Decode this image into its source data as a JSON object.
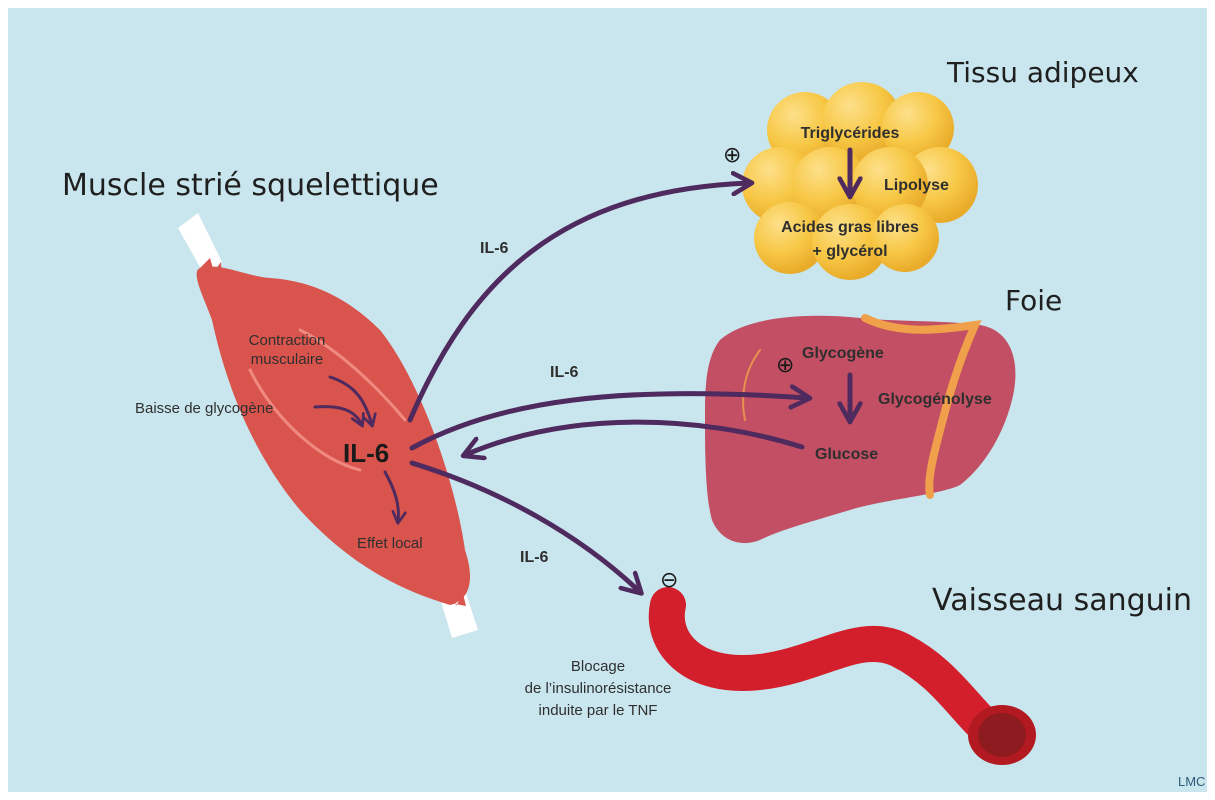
{
  "titles": {
    "muscle": "Muscle strié squelettique",
    "adipose": "Tissu adipeux",
    "liver": "Foie",
    "vessel": "Vaisseau sanguin"
  },
  "muscle": {
    "contraction_line1": "Contraction",
    "contraction_line2": "musculaire",
    "glycogen_drop": "Baisse de glycogène",
    "il6_center": "IL-6",
    "local_effect": "Effet local"
  },
  "arrows": {
    "to_adipose": "IL-6",
    "to_liver": "IL-6",
    "to_vessel": "IL-6"
  },
  "adipose": {
    "triglycerides": "Triglycérides",
    "lipolysis": "Lipolyse",
    "ffa_line1": "Acides gras libres",
    "ffa_line2": "+ glycérol",
    "sign": "⊕"
  },
  "liver": {
    "glycogen": "Glycogène",
    "glycogenolysis": "Glycogénolyse",
    "glucose": "Glucose",
    "sign": "⊕"
  },
  "vessel": {
    "sign": "⊖",
    "block_line1": "Blocage",
    "block_line2": "de l’insulinorésistance",
    "block_line3": "induite par le TNF"
  },
  "credit": "LMC",
  "colors": {
    "background": "#c9e6ee",
    "arrow": "#4e2a5e",
    "muscle": "#d9544d",
    "fat": "#f5c242",
    "liver": "#c24f63",
    "liver_lobe_line": "#f0a04b",
    "vessel": "#d21f2b",
    "vessel_end": "#8e1b1f"
  }
}
